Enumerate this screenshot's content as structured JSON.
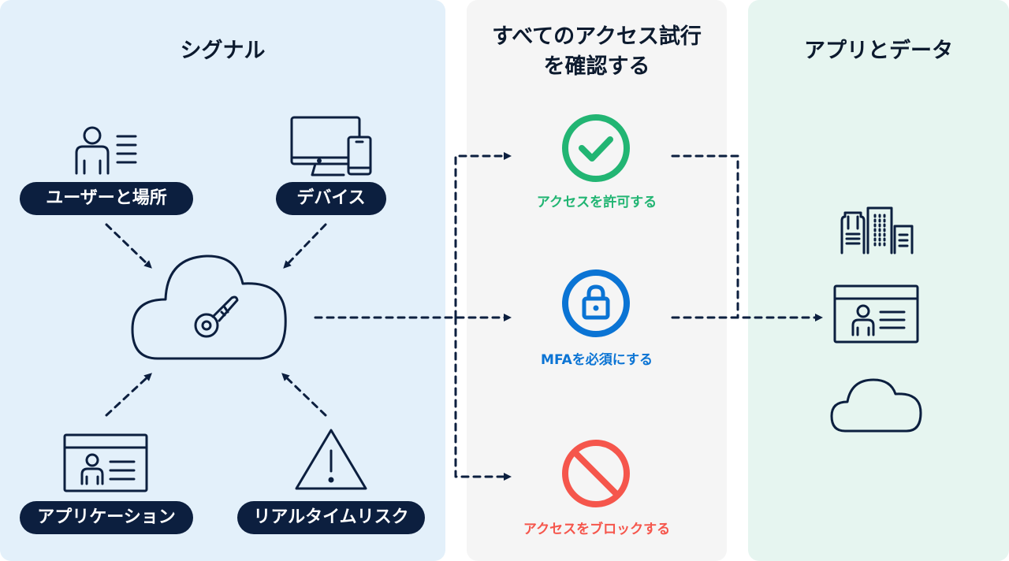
{
  "signals": {
    "title": "シグナル",
    "items": [
      "ユーザーと場所",
      "デバイス",
      "アプリケーション",
      "リアルタイムリスク"
    ]
  },
  "decision": {
    "title_line1": "すべてのアクセス試行",
    "title_line2": "を確認する",
    "outcomes": [
      {
        "label": "アクセスを許可する",
        "color": "#22b573"
      },
      {
        "label": "MFAを必須にする",
        "color": "#0b74d4"
      },
      {
        "label": "アクセスをブロックする",
        "color": "#f5564c"
      }
    ]
  },
  "apps": {
    "title": "アプリとデータ"
  },
  "colors": {
    "navy": "#0c1f3f"
  }
}
